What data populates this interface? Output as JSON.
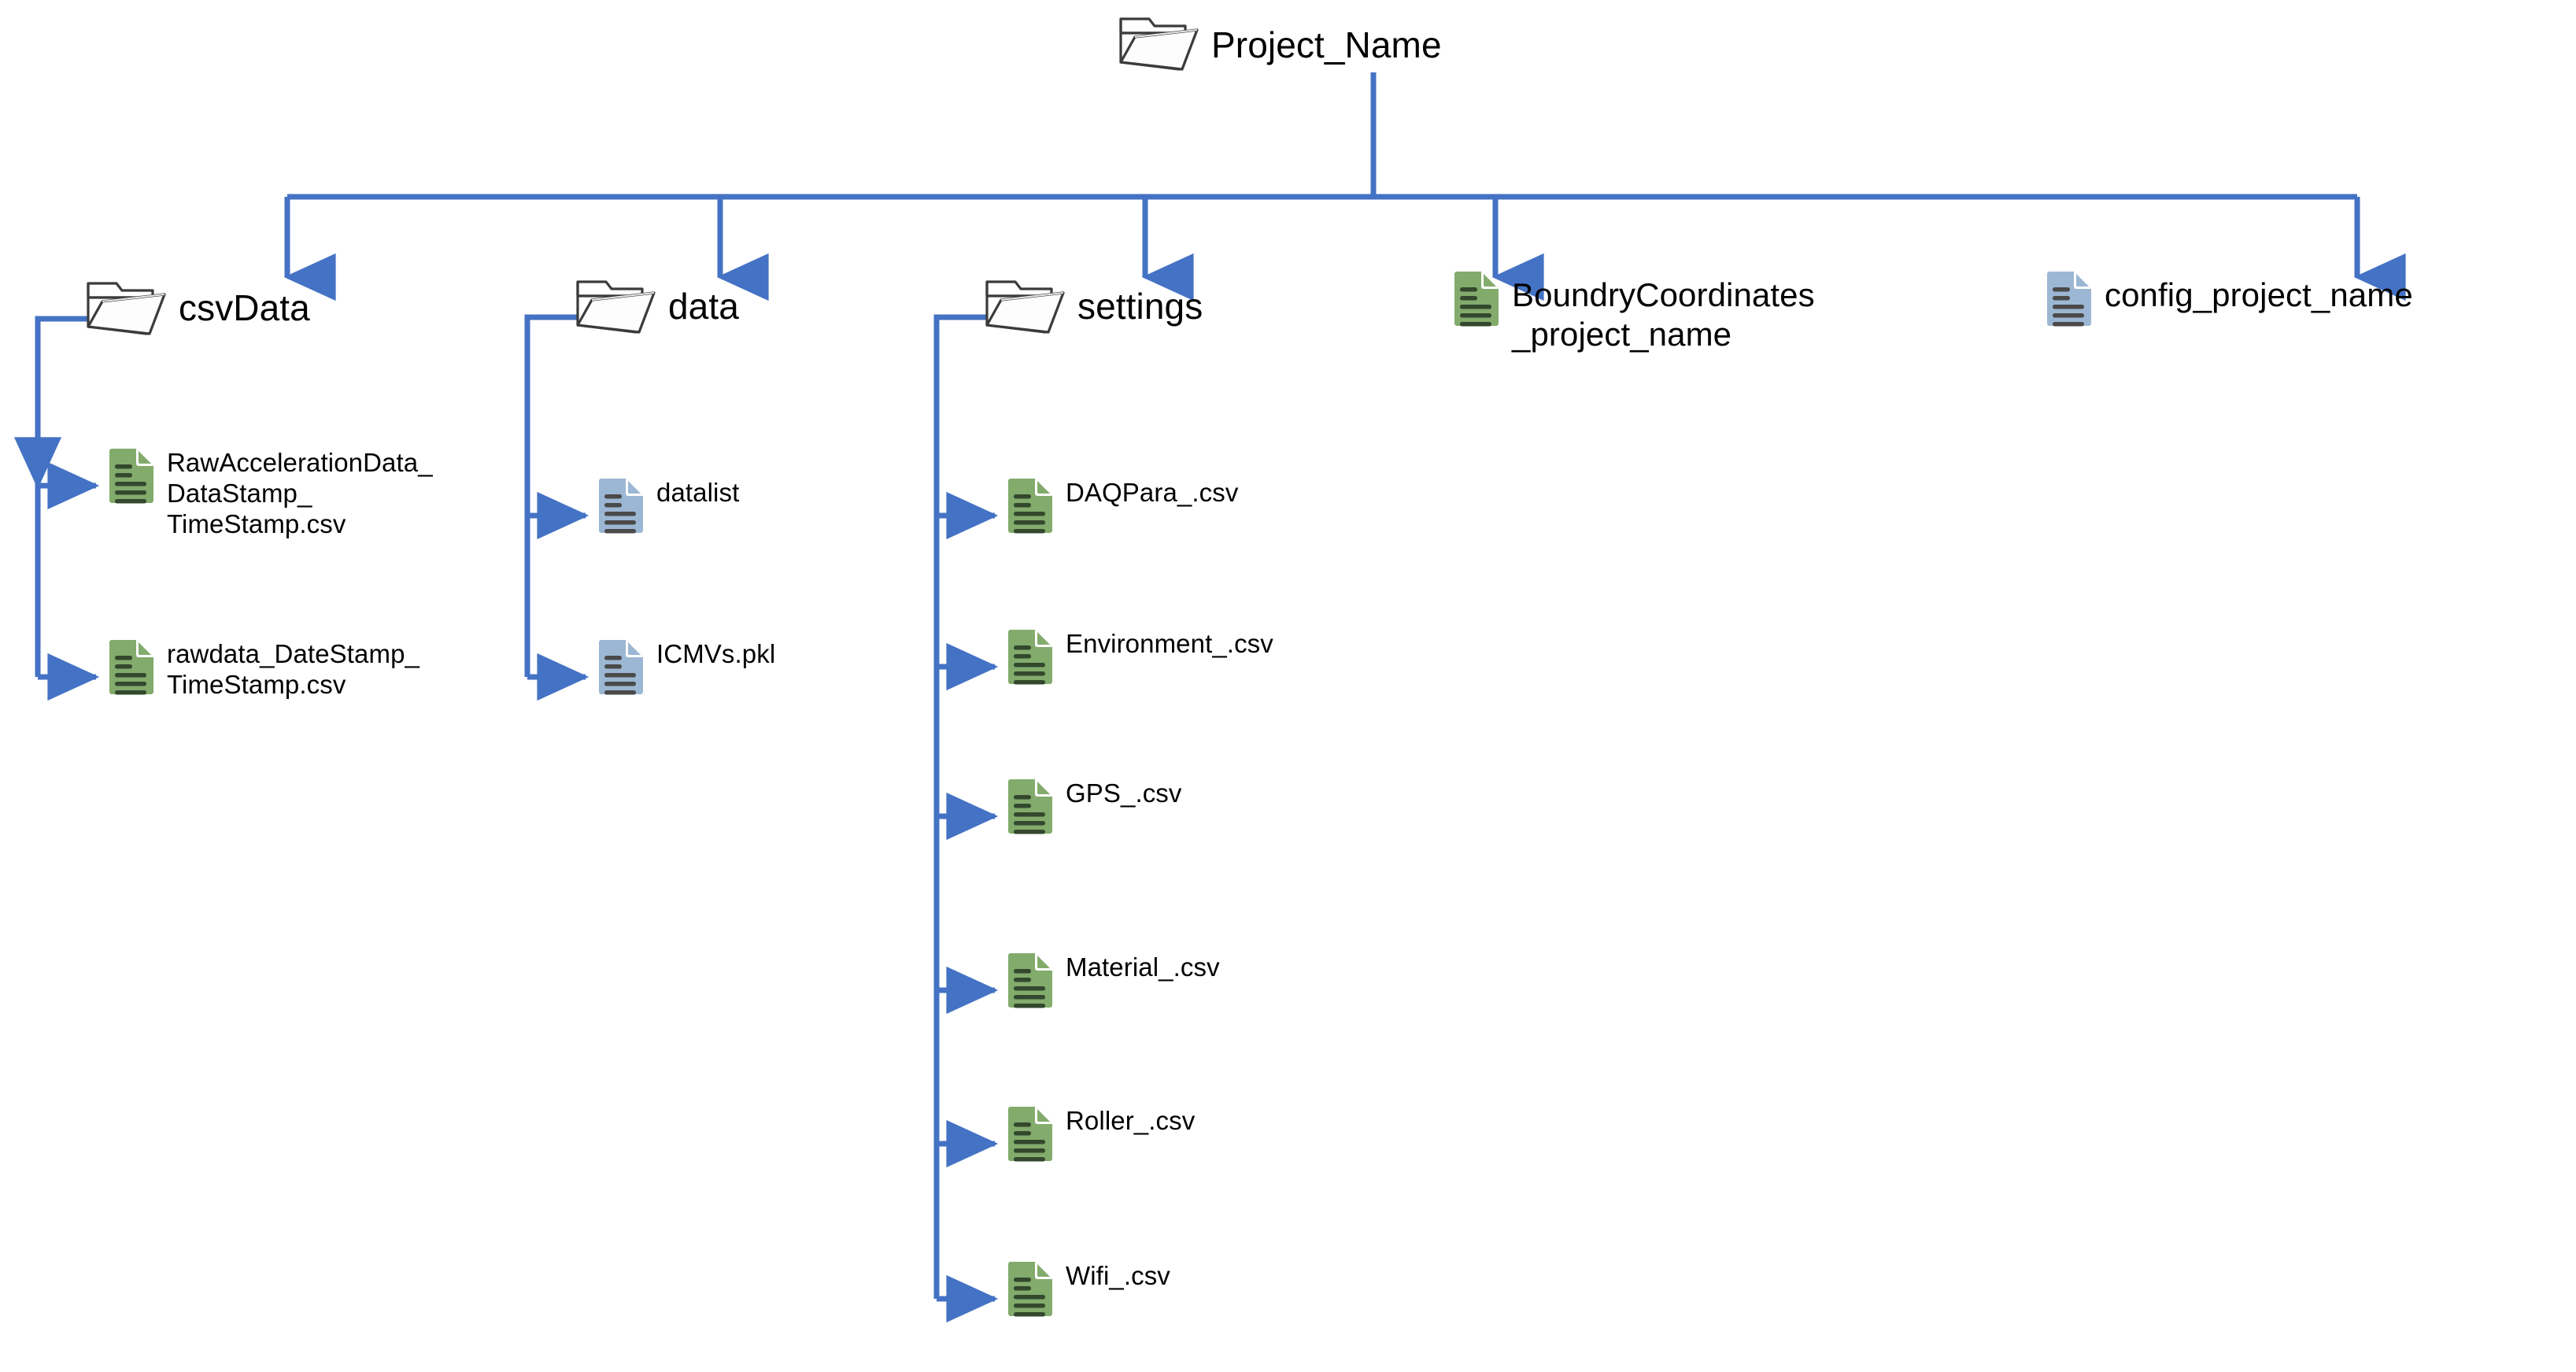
{
  "diagram": {
    "title": "Project_Name folder structure tree",
    "colors": {
      "connector": "#4472C4",
      "green_doc": "#82AB6C",
      "green_doc_lines": "#33482D",
      "blue_doc": "#9CB7D3",
      "blue_doc_lines": "#4A4A4A",
      "folder_outline": "#3B3B3B",
      "text": "#000000",
      "background": "#FFFFFF"
    },
    "root": {
      "name": "Project_Name",
      "icon": "open-folder-icon",
      "type": "folder"
    },
    "level1": [
      {
        "name": "csvData",
        "icon": "open-folder-icon",
        "type": "folder"
      },
      {
        "name": "data",
        "icon": "open-folder-icon",
        "type": "folder"
      },
      {
        "name": "settings",
        "icon": "open-folder-icon",
        "type": "folder"
      },
      {
        "name": "BoundryCoordinates\n_project_name",
        "icon": "green-document-icon",
        "type": "file"
      },
      {
        "name": "config_project_name",
        "icon": "blue-document-icon",
        "type": "file"
      }
    ],
    "csvData_children": [
      {
        "name": "RawAccelerationData_\nDataStamp_\nTimeStamp.csv",
        "icon": "green-document-icon",
        "type": "file"
      },
      {
        "name": "rawdata_DateStamp_\nTimeStamp.csv",
        "icon": "green-document-icon",
        "type": "file"
      }
    ],
    "data_children": [
      {
        "name": "datalist",
        "icon": "blue-document-icon",
        "type": "file"
      },
      {
        "name": "ICMVs.pkl",
        "icon": "blue-document-icon",
        "type": "file"
      }
    ],
    "settings_children": [
      {
        "name": "DAQPara_.csv",
        "icon": "green-document-icon",
        "type": "file"
      },
      {
        "name": "Environment_.csv",
        "icon": "green-document-icon",
        "type": "file"
      },
      {
        "name": "GPS_.csv",
        "icon": "green-document-icon",
        "type": "file"
      },
      {
        "name": "Material_.csv",
        "icon": "green-document-icon",
        "type": "file"
      },
      {
        "name": "Roller_.csv",
        "icon": "green-document-icon",
        "type": "file"
      },
      {
        "name": "Wifi_.csv",
        "icon": "green-document-icon",
        "type": "file"
      }
    ]
  }
}
